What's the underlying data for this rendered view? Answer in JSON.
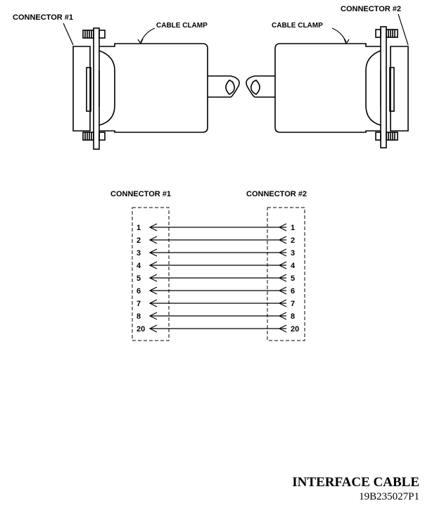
{
  "mechanical": {
    "left_connector_label": "CONNECTOR #1",
    "right_connector_label": "CONNECTOR #2",
    "left_clamp_label": "CABLE CLAMP",
    "right_clamp_label": "CABLE CLAMP"
  },
  "wiring": {
    "left_header": "CONNECTOR #1",
    "right_header": "CONNECTOR #2",
    "pins": [
      "1",
      "2",
      "3",
      "4",
      "5",
      "6",
      "7",
      "8",
      "20"
    ],
    "right_pins": [
      "1",
      "2",
      "3",
      "4",
      "5",
      "6",
      "7",
      "8",
      "20"
    ]
  },
  "caption": {
    "title": "INTERFACE CABLE",
    "code": "19B235027P1"
  }
}
